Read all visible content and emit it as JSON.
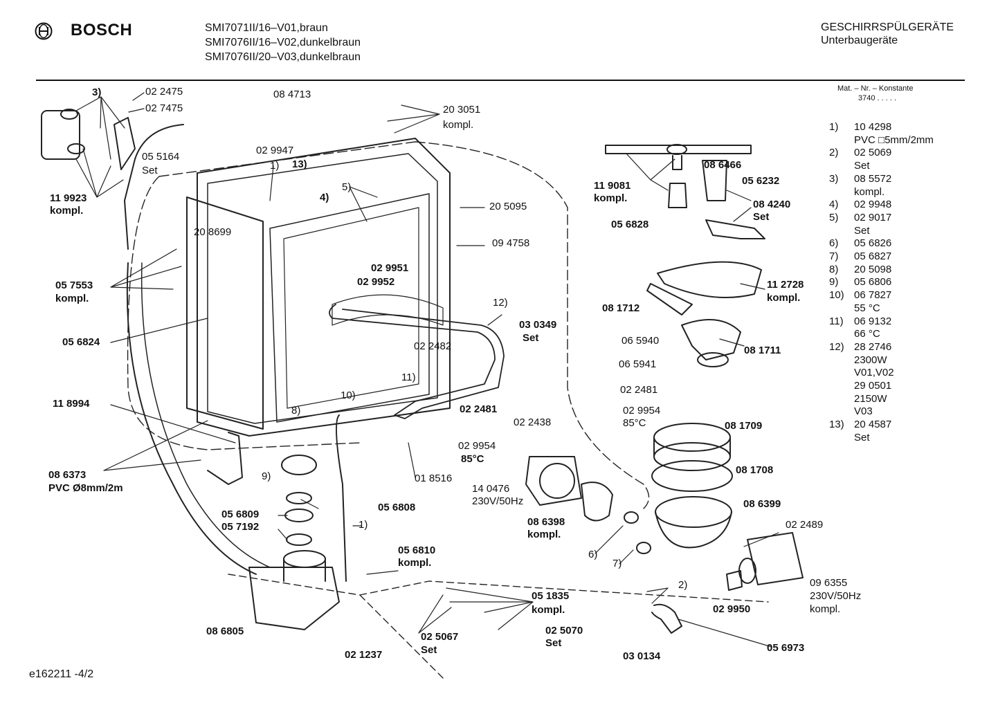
{
  "header": {
    "brand": "BOSCH",
    "models": [
      "SMI7071II/16–V01,braun",
      "SMI7076II/16–V02,dunkelbraun",
      "SMI7076II/20–V03,dunkelbraun"
    ],
    "category": "GESCHIRRSPÜLGERÄTE",
    "subcategory": "Unterbaugeräte"
  },
  "material": {
    "heading": "Mat. – Nr. – Konstante",
    "value": "3740  .  .  .  .  ."
  },
  "legend": [
    {
      "key": "1)",
      "lines": [
        "10 4298",
        "PVC □5mm/2mm"
      ]
    },
    {
      "key": "2)",
      "lines": [
        "02 5069",
        "Set"
      ]
    },
    {
      "key": "3)",
      "lines": [
        "08 5572",
        "kompl."
      ]
    },
    {
      "key": "4)",
      "lines": [
        "02 9948"
      ]
    },
    {
      "key": "5)",
      "lines": [
        "02 9017",
        "Set"
      ]
    },
    {
      "key": "6)",
      "lines": [
        "05 6826"
      ]
    },
    {
      "key": "7)",
      "lines": [
        "05 6827"
      ]
    },
    {
      "key": "8)",
      "lines": [
        "20 5098"
      ]
    },
    {
      "key": "9)",
      "lines": [
        "05 6806"
      ]
    },
    {
      "key": "10)",
      "lines": [
        "06 7827",
        "55 °C"
      ]
    },
    {
      "key": "11)",
      "lines": [
        "06 9132",
        "66 °C"
      ]
    },
    {
      "key": "12)",
      "lines": [
        "28 2746",
        "2300W",
        "V01,V02",
        "29 0501",
        "2150W",
        "V03"
      ]
    },
    {
      "key": "13)",
      "lines": [
        "20 4587",
        "Set"
      ]
    }
  ],
  "labels": [
    {
      "t": "3)",
      "b": true
    },
    {
      "t": "02 2475"
    },
    {
      "t": "02 7475"
    },
    {
      "t": "08 4713"
    },
    {
      "t": "20 3051"
    },
    {
      "t": "kompl."
    },
    {
      "t": "05 5164"
    },
    {
      "t": "Set"
    },
    {
      "t": "02 9947"
    },
    {
      "t": "1)"
    },
    {
      "t": "13)",
      "b": true
    },
    {
      "t": "4)",
      "b": true
    },
    {
      "t": "5)"
    },
    {
      "t": "11 9923",
      "b": true
    },
    {
      "t": "kompl.",
      "b": true
    },
    {
      "t": "20 8699"
    },
    {
      "t": "20 5095"
    },
    {
      "t": "09 4758"
    },
    {
      "t": "02 9951",
      "b": true
    },
    {
      "t": "02 9952",
      "b": true
    },
    {
      "t": "05 7553",
      "b": true
    },
    {
      "t": "kompl.",
      "b": true
    },
    {
      "t": "05 6824",
      "b": true
    },
    {
      "t": "12)"
    },
    {
      "t": "02 2482"
    },
    {
      "t": "11)"
    },
    {
      "t": "10)"
    },
    {
      "t": "03 0349",
      "b": true
    },
    {
      "t": "Set",
      "b": true
    },
    {
      "t": "11 8994",
      "b": true
    },
    {
      "t": "8)"
    },
    {
      "t": "02 2481",
      "b": true
    },
    {
      "t": "02 9954"
    },
    {
      "t": "85°C",
      "b": true
    },
    {
      "t": "01 8516"
    },
    {
      "t": "08 6373",
      "b": true
    },
    {
      "t": "PVC Ø8mm/2m",
      "b": true
    },
    {
      "t": "9)"
    },
    {
      "t": "05 6808",
      "b": true
    },
    {
      "t": "05 6809",
      "b": true
    },
    {
      "t": "05 7192",
      "b": true
    },
    {
      "t": "1)"
    },
    {
      "t": "05 6810",
      "b": true
    },
    {
      "t": "kompl.",
      "b": true
    },
    {
      "t": "08 6805",
      "b": true
    },
    {
      "t": "02 1237",
      "b": true
    },
    {
      "t": "05 1835",
      "b": true
    },
    {
      "t": "kompl.",
      "b": true
    },
    {
      "t": "02 5067",
      "b": true
    },
    {
      "t": "Set",
      "b": true
    },
    {
      "t": "02 5070",
      "b": true
    },
    {
      "t": "Set",
      "b": true
    },
    {
      "t": "08 6466",
      "b": true
    },
    {
      "t": "11 9081",
      "b": true
    },
    {
      "t": "kompl.",
      "b": true
    },
    {
      "t": "05 6232",
      "b": true
    },
    {
      "t": "08 4240",
      "b": true
    },
    {
      "t": "Set",
      "b": true
    },
    {
      "t": "05 6828",
      "b": true
    },
    {
      "t": "11 2728",
      "b": true
    },
    {
      "t": "kompl.",
      "b": true
    },
    {
      "t": "08 1712",
      "b": true
    },
    {
      "t": "06 5940"
    },
    {
      "t": "06 5941"
    },
    {
      "t": "08 1711",
      "b": true
    },
    {
      "t": "02 2481"
    },
    {
      "t": "02 9954"
    },
    {
      "t": "85°C"
    },
    {
      "t": "02 2438"
    },
    {
      "t": "08 1709",
      "b": true
    },
    {
      "t": "08 1708",
      "b": true
    },
    {
      "t": "14 0476"
    },
    {
      "t": "230V/50Hz"
    },
    {
      "t": "08 6399",
      "b": true
    },
    {
      "t": "08 6398",
      "b": true
    },
    {
      "t": "kompl.",
      "b": true
    },
    {
      "t": "02 2489"
    },
    {
      "t": "6)"
    },
    {
      "t": "7)"
    },
    {
      "t": "2)"
    },
    {
      "t": "02 9950",
      "b": true
    },
    {
      "t": "09 6355"
    },
    {
      "t": "230V/50Hz"
    },
    {
      "t": "kompl."
    },
    {
      "t": "03 0134",
      "b": true
    },
    {
      "t": "05 6973",
      "b": true
    }
  ],
  "footer": {
    "code": "e162211 -4/2"
  }
}
